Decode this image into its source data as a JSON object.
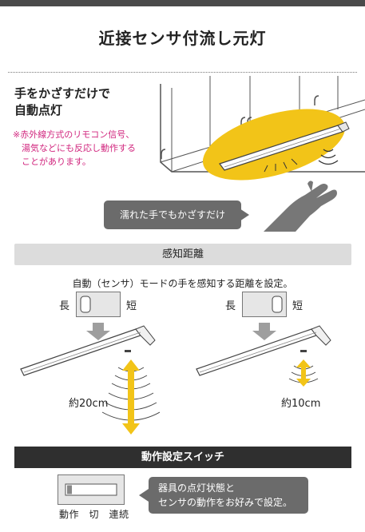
{
  "page": {
    "title": "近接センサ付流し元灯"
  },
  "feature": {
    "heading": "手をかざすだけで\n自動点灯",
    "note": "※赤外線方式のリモコン信号、\n　湯気などにも反応し動作する\n　ことがあります。",
    "wet_hand_label": "濡れた手でもかざすだけ"
  },
  "distance": {
    "section_title": "感知距離",
    "description": "自動（センサ）モードの手を感知する距離を設定。",
    "long_label": "長",
    "short_label": "短",
    "left_distance": "約20cm",
    "right_distance": "約10cm"
  },
  "switch_section": {
    "section_title": "動作設定スイッチ",
    "labels": "動作　切　連続",
    "bubble_text": "器具の点灯状態と\nセンサの動作をお好みで設定。"
  },
  "colors": {
    "accent_yellow": "#f2c418",
    "note_pink": "#d1267e",
    "dark_bar": "#2f2f2f",
    "light_bar": "#dcdcdc",
    "bubble_gray": "#6b6b6b",
    "arrow_gray": "#9e9e9e"
  },
  "icons": {
    "hand": "hand-icon",
    "sensor_waves": "sensor-wave-icon",
    "down_arrow": "down-arrow-icon",
    "double_arrow": "double-arrow-icon",
    "switch": "slide-switch-icon"
  }
}
